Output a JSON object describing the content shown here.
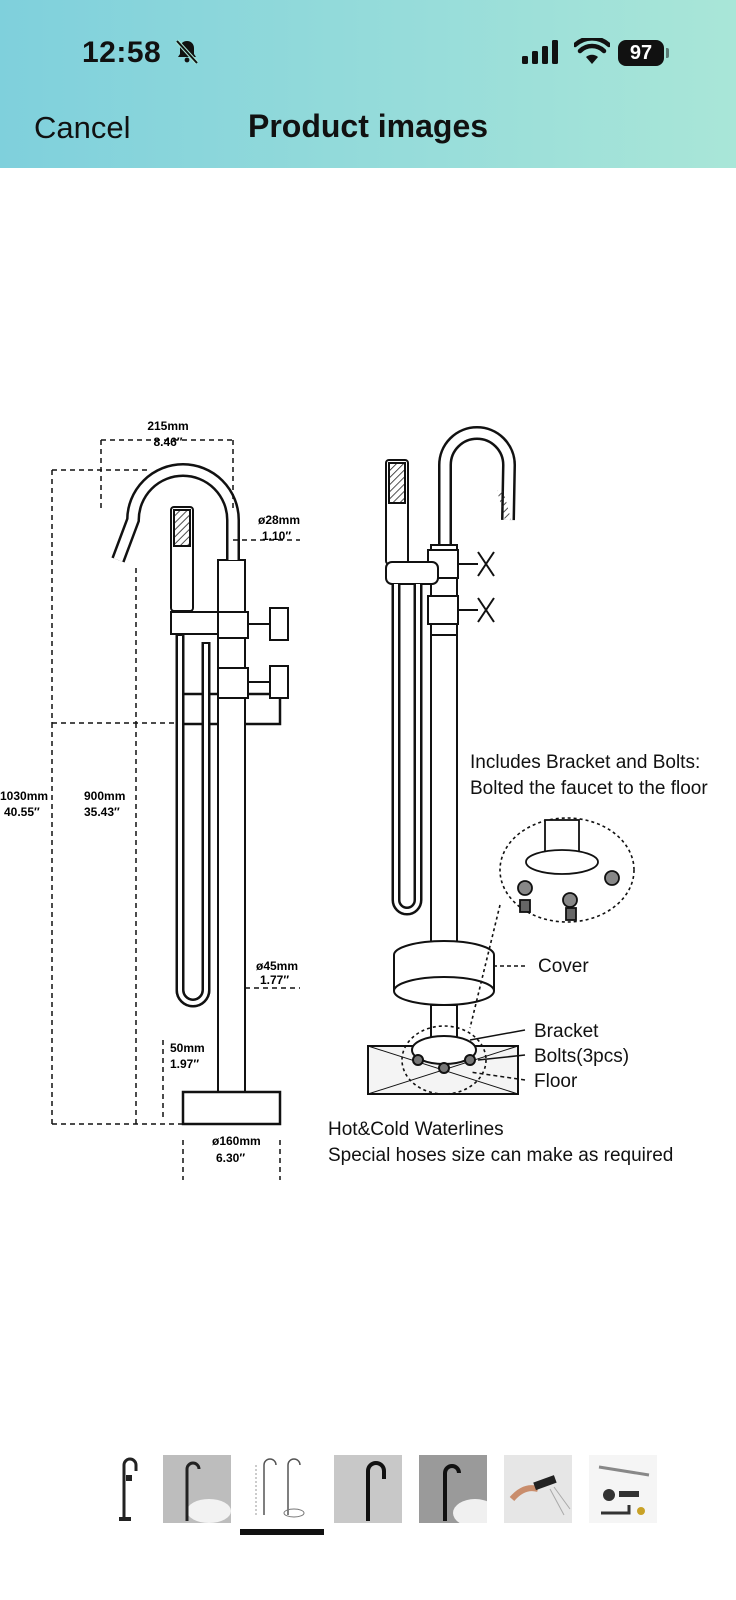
{
  "status_bar": {
    "time": "12:58",
    "battery": "97"
  },
  "nav": {
    "cancel_label": "Cancel",
    "title": "Product images"
  },
  "diagram": {
    "dims": {
      "width_top_mm": "215mm",
      "width_top_in": "8.46″",
      "pipe_mm": "ø28mm",
      "pipe_in": "1.10″",
      "total_h_mm": "1030mm",
      "total_h_in": "40.55″",
      "spout_h_mm": "900mm",
      "spout_h_in": "35.43″",
      "column_mm": "ø45mm",
      "column_in": "1.77″",
      "base_h_mm": "50mm",
      "base_h_in": "1.97″",
      "base_d_mm": "ø160mm",
      "base_d_in": "6.30″"
    },
    "includes_line1": "Includes Bracket and Bolts:",
    "includes_line2": "Bolted the faucet to the floor",
    "label_cover": "Cover",
    "label_bracket": "Bracket",
    "label_bolts": "Bolts(3pcs)",
    "label_floor": "Floor",
    "note_line1": "Hot&Cold Waterlines",
    "note_line2": "Special hoses size can make as required"
  },
  "thumbnails": {
    "count": 7,
    "selected_index": 2,
    "items": [
      "faucet-outline",
      "faucet-bathroom",
      "dimensions-diagram",
      "faucet-dark",
      "faucet-tub",
      "hand-shower",
      "parts-kit"
    ]
  }
}
